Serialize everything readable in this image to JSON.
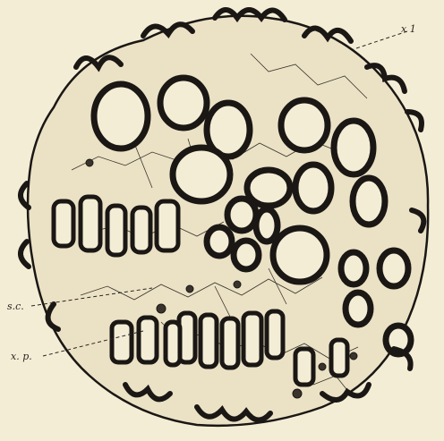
{
  "figure": {
    "labels": {
      "x1": "x 1",
      "sc": "s.c.",
      "xp": "x. p."
    },
    "colors": {
      "paper": "#f4edd6",
      "ink": "#1a1714"
    }
  }
}
